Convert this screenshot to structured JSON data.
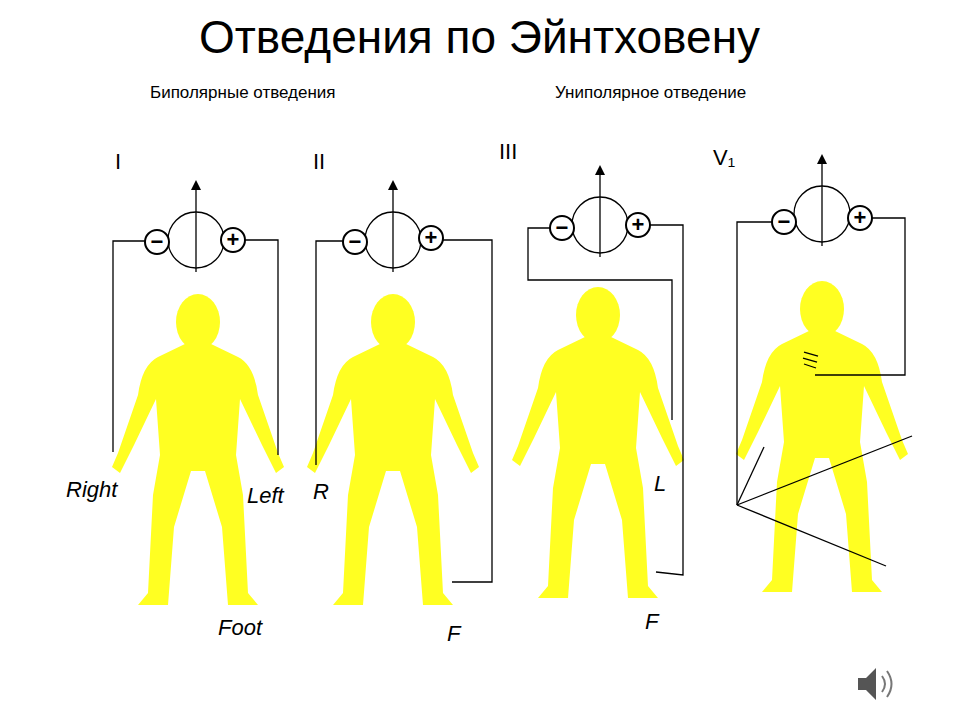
{
  "diagram": {
    "title": "Отведения по Эйнтховену",
    "nodes": [
      {
        "text": [
          "−"
        ]
      },
      {
        "text": [
          "+"
        ]
      },
      {
        "text": [
          "−"
        ]
      },
      {
        "text": [
          "+"
        ]
      },
      {
        "text": [
          "−"
        ]
      },
      {
        "text": [
          "+"
        ]
      },
      {
        "text": [
          "−"
        ]
      },
      {
        "text": [
          "+"
        ]
      }
    ],
    "labels": [
      "Биполярные отведения",
      "Униполярное отведение",
      "I",
      "II",
      "III",
      "V₁",
      "Right",
      "Left",
      "Foot",
      "R",
      "F",
      "L",
      "F"
    ]
  }
}
